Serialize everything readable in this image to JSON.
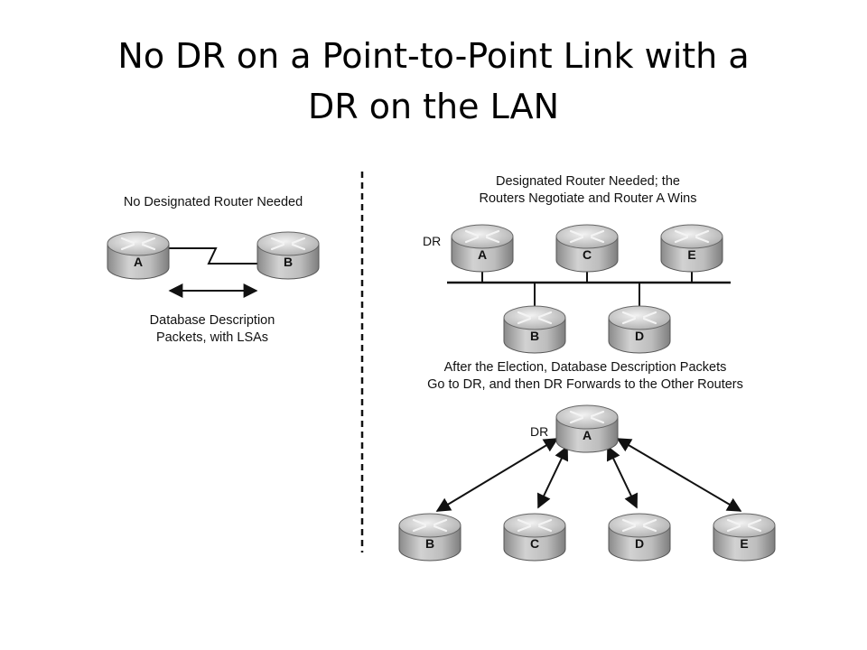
{
  "slide": {
    "title_line1": "No DR on a Point-to-Point Link with a",
    "title_line2": "DR on the LAN"
  },
  "left_panel": {
    "caption": "No Designated Router Needed",
    "router_a": "A",
    "router_b": "B",
    "packets_line1": "Database Description",
    "packets_line2": "Packets, with LSAs"
  },
  "right_top": {
    "caption_line1": "Designated Router Needed; the",
    "caption_line2": "Routers Negotiate and Router A Wins",
    "dr_label": "DR",
    "routers_top": [
      "A",
      "C",
      "E"
    ],
    "routers_bottom": [
      "B",
      "D"
    ]
  },
  "right_bottom": {
    "caption_line1": "After the Election, Database Description Packets",
    "caption_line2": "Go to DR, and then DR Forwards to the Other Routers",
    "dr_label": "DR",
    "hub_router": "A",
    "spoke_routers": [
      "B",
      "C",
      "D",
      "E"
    ]
  },
  "colors": {
    "router_body": "#b8b8b8",
    "router_top": "#d4d4d4",
    "line": "#111111"
  }
}
